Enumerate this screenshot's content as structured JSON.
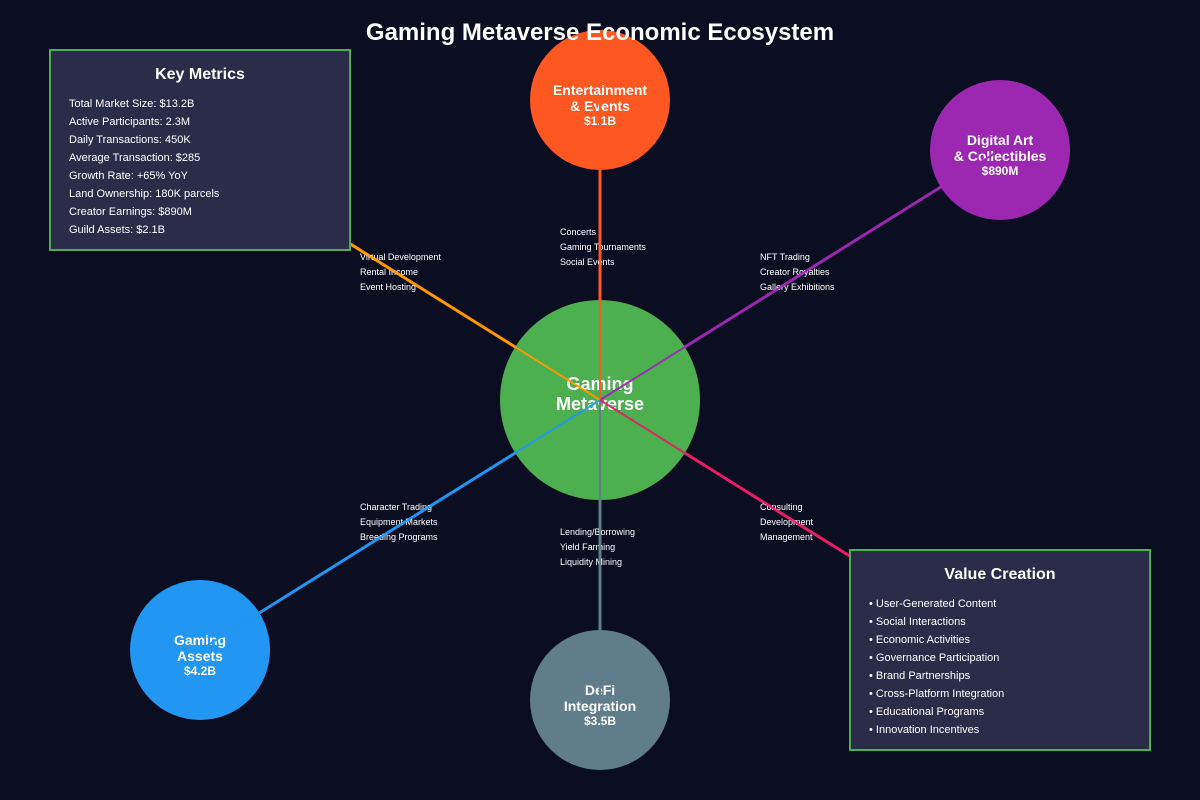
{
  "title": "Gaming Metaverse Economic Ecosystem",
  "hub": {
    "lines": [
      "Gaming",
      "Metaverse"
    ],
    "color": "#4caf50"
  },
  "nodes": [
    {
      "id": "entertainment",
      "lines": [
        "Entertainment",
        "& Events"
      ],
      "value": "$1.1B",
      "color": "#ff5722",
      "line_color": "#ff5722",
      "flows": [
        "Concerts",
        "Gaming Tournaments",
        "Social Events"
      ]
    },
    {
      "id": "digital-art",
      "lines": [
        "Digital Art",
        "& Collectibles"
      ],
      "value": "$890M",
      "color": "#9c27b0",
      "line_color": "#9c27b0",
      "flows": [
        "NFT Trading",
        "Creator Royalties",
        "Gallery Exhibitions"
      ]
    },
    {
      "id": "virtual-land",
      "lines": [],
      "value": "",
      "color": "#ff9800",
      "line_color": "#ff9800",
      "flows": [
        "Virtual Development",
        "Rental Income",
        "Event Hosting"
      ]
    },
    {
      "id": "gaming-assets",
      "lines": [
        "Gaming",
        "Assets"
      ],
      "value": "$4.2B",
      "color": "#2196f3",
      "line_color": "#2196f3",
      "flows": [
        "Character Trading",
        "Equipment Markets",
        "Breeding Programs"
      ]
    },
    {
      "id": "defi",
      "lines": [
        "DeFi",
        "Integration"
      ],
      "value": "$3.5B",
      "color": "#607d8b",
      "line_color": "#607d8b",
      "flows": [
        "Lending/Borrowing",
        "Yield Farming",
        "Liquidity Mining"
      ]
    },
    {
      "id": "services",
      "lines": [],
      "value": "",
      "color": "#e91e63",
      "line_color": "#e91e63",
      "flows": [
        "Consulting",
        "Development",
        "Management"
      ]
    }
  ],
  "metrics": {
    "title": "Key Metrics",
    "items": [
      "Total Market Size: $13.2B",
      "Active Participants: 2.3M",
      "Daily Transactions: 450K",
      "Average Transaction: $285",
      "Growth Rate: +65% YoY",
      "Land Ownership: 180K parcels",
      "Creator Earnings: $890M",
      "Guild Assets: $2.1B"
    ]
  },
  "value_creation": {
    "title": "Value Creation",
    "items": [
      "• User-Generated Content",
      "• Social Interactions",
      "• Economic Activities",
      "• Governance Participation",
      "• Brand Partnerships",
      "• Cross-Platform Integration",
      "• Educational Programs",
      "• Innovation Incentives"
    ]
  },
  "colors": {
    "background": "#0b0d21",
    "panel_fill": "#2b2c4a",
    "panel_border": "#4caf50"
  }
}
